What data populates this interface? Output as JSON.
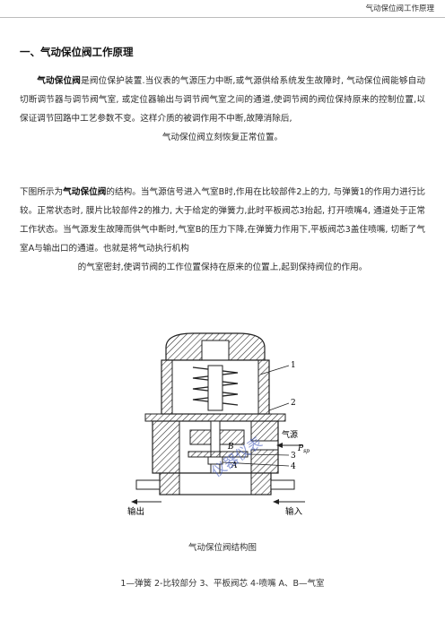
{
  "header": {
    "running_title": "气动保位阀工作原理"
  },
  "section": {
    "title": "一、气动保位阀工作原理"
  },
  "para1": {
    "lead": "气动保位阀",
    "body": "是阀位保护装置.当仪表的气源压力中断,或气源供给系统发生故障时, 气动保位阀能够自动切断调节器与调节阀气室, 或定位器输出与调节阀气室之间的通道,使调节阀的阀位保持原来的控制位置,以保证调节回路中工艺参数不变。这样介质的被调作用不中断,故障消除后,",
    "tail": "气动保位阀立刻恢复正常位置。"
  },
  "para2": {
    "pre": "下图所示为",
    "lead": "气动保位阀",
    "body": "的结构。当气源信号进入气室B时,作用在比较部件2上的力, 与弹簧1的作用力进行比较。正常状态时, 膜片比较部件2的推力, 大于给定的弹簧力,此时平板阀芯3抬起, 打开喷嘴4, 通道处于正常工作状态。当气源发生故障而供气中断时,气室B的压力下降,在弹簧力作用下,平板阀芯3盖住喷嘴, 切断了气室A与输出口的通道。也就是将气动执行机构",
    "tail": "的气室密封,使调节阀的工作位置保持在原来的位置上,起到保持阀位的作用。"
  },
  "figure": {
    "label_1": "1",
    "label_2": "2",
    "label_3": "3",
    "label_4": "4",
    "label_A": "A",
    "label_B": "B",
    "label_gas": "气源",
    "label_psp": "P",
    "label_psp_sub": "sp",
    "label_out": "输出",
    "label_in": "输入",
    "watermark": "仪器仪表"
  },
  "caption": "气动保位阀结构图",
  "legend": "1—弹簧 2-比较部分 3、平板阀芯 4-喷嘴 A、B—气室"
}
